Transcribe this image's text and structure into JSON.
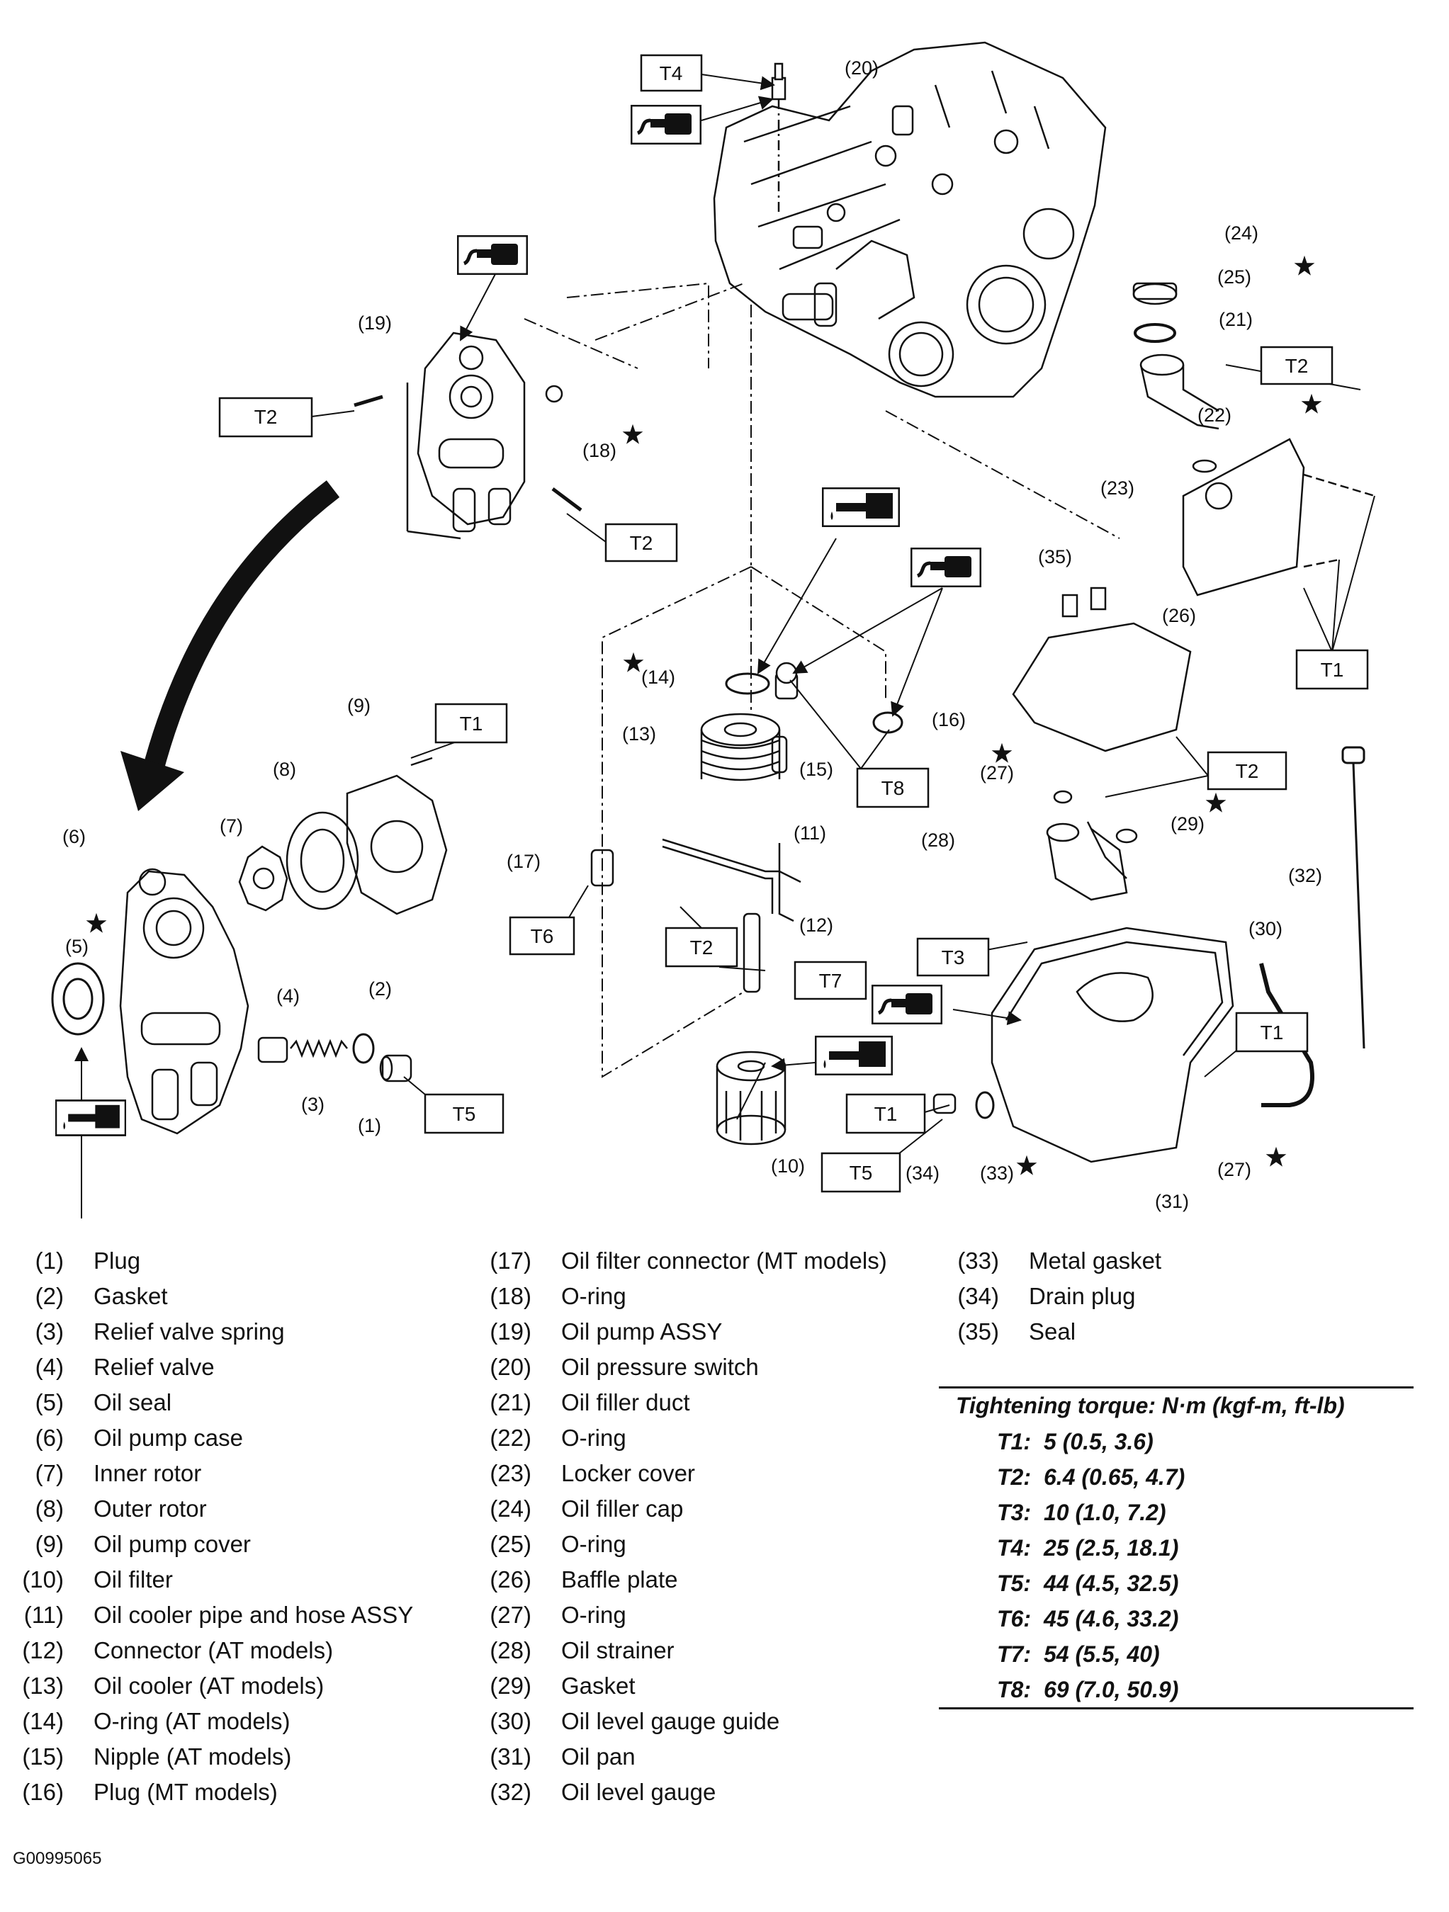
{
  "callouts": {
    "c1": "(1)",
    "c2": "(2)",
    "c3": "(3)",
    "c4": "(4)",
    "c5": "(5)",
    "c6": "(6)",
    "c7": "(7)",
    "c8": "(8)",
    "c9": "(9)",
    "c10": "(10)",
    "c11": "(11)",
    "c12": "(12)",
    "c13": "(13)",
    "c14": "(14)",
    "c15": "(15)",
    "c16": "(16)",
    "c17": "(17)",
    "c18": "(18)",
    "c19": "(19)",
    "c20": "(20)",
    "c21": "(21)",
    "c22": "(22)",
    "c23": "(23)",
    "c24": "(24)",
    "c25": "(25)",
    "c26": "(26)",
    "c27": "(27)",
    "c28": "(28)",
    "c29": "(29)",
    "c30": "(30)",
    "c31": "(31)",
    "c32": "(32)",
    "c33": "(33)",
    "c34": "(34)",
    "c35": "(35)"
  },
  "torque_tags": {
    "t1": "T1",
    "t2": "T2",
    "t3": "T3",
    "t4": "T4",
    "t5": "T5",
    "t6": "T6",
    "t7": "T7",
    "t8": "T8"
  },
  "icons": {
    "sealant": "liquid-gasket-icon",
    "oil": "engine-oil-icon",
    "replace": "star-icon"
  },
  "legend": [
    {
      "num": "(1)",
      "name": "Plug"
    },
    {
      "num": "(2)",
      "name": "Gasket"
    },
    {
      "num": "(3)",
      "name": "Relief valve spring"
    },
    {
      "num": "(4)",
      "name": "Relief valve"
    },
    {
      "num": "(5)",
      "name": "Oil seal"
    },
    {
      "num": "(6)",
      "name": "Oil pump case"
    },
    {
      "num": "(7)",
      "name": "Inner rotor"
    },
    {
      "num": "(8)",
      "name": "Outer rotor"
    },
    {
      "num": "(9)",
      "name": "Oil pump cover"
    },
    {
      "num": "(10)",
      "name": "Oil filter"
    },
    {
      "num": "(11)",
      "name": "Oil cooler pipe and hose ASSY"
    },
    {
      "num": "(12)",
      "name": "Connector (AT models)"
    },
    {
      "num": "(13)",
      "name": "Oil cooler (AT models)"
    },
    {
      "num": "(14)",
      "name": "O-ring (AT models)"
    },
    {
      "num": "(15)",
      "name": "Nipple (AT models)"
    },
    {
      "num": "(16)",
      "name": "Plug (MT models)"
    },
    {
      "num": "(17)",
      "name": "Oil filter connector (MT models)"
    },
    {
      "num": "(18)",
      "name": "O-ring"
    },
    {
      "num": "(19)",
      "name": "Oil pump ASSY"
    },
    {
      "num": "(20)",
      "name": "Oil pressure switch"
    },
    {
      "num": "(21)",
      "name": "Oil filler duct"
    },
    {
      "num": "(22)",
      "name": "O-ring"
    },
    {
      "num": "(23)",
      "name": "Locker cover"
    },
    {
      "num": "(24)",
      "name": "Oil filler cap"
    },
    {
      "num": "(25)",
      "name": "O-ring"
    },
    {
      "num": "(26)",
      "name": "Baffle plate"
    },
    {
      "num": "(27)",
      "name": "O-ring"
    },
    {
      "num": "(28)",
      "name": "Oil strainer"
    },
    {
      "num": "(29)",
      "name": "Gasket"
    },
    {
      "num": "(30)",
      "name": "Oil level gauge guide"
    },
    {
      "num": "(31)",
      "name": "Oil pan"
    },
    {
      "num": "(32)",
      "name": "Oil level gauge"
    },
    {
      "num": "(33)",
      "name": "Metal gasket"
    },
    {
      "num": "(34)",
      "name": "Drain plug"
    },
    {
      "num": "(35)",
      "name": "Seal"
    }
  ],
  "torque_table": {
    "title": "Tightening torque: N·m (kgf-m, ft-lb)",
    "rows": [
      {
        "key": "T1:",
        "value": "5 (0.5, 3.6)"
      },
      {
        "key": "T2:",
        "value": "6.4 (0.65, 4.7)"
      },
      {
        "key": "T3:",
        "value": "10 (1.0, 7.2)"
      },
      {
        "key": "T4:",
        "value": "25 (2.5, 18.1)"
      },
      {
        "key": "T5:",
        "value": "44 (4.5, 32.5)"
      },
      {
        "key": "T6:",
        "value": "45 (4.6, 33.2)"
      },
      {
        "key": "T7:",
        "value": "54 (5.5, 40)"
      },
      {
        "key": "T8:",
        "value": "69 (7.0, 50.9)"
      }
    ]
  },
  "figure_id": "G00995065"
}
